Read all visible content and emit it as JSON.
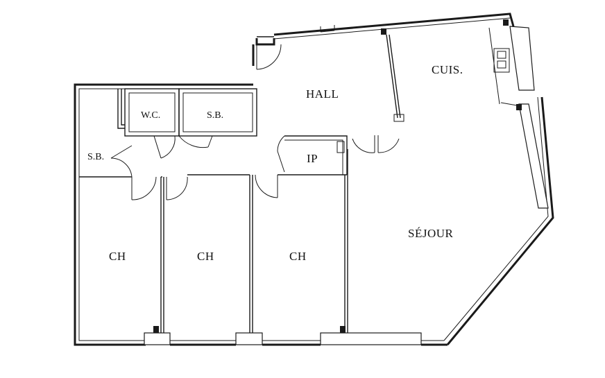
{
  "rooms": {
    "hall": "HALL",
    "cuisine": "CUIS.",
    "wc": "W.C.",
    "sb_top": "S.B.",
    "sb_left": "S.B.",
    "ip": "IP",
    "sejour": "SÉJOUR",
    "ch1": "CH",
    "ch2": "CH",
    "ch3": "CH"
  }
}
